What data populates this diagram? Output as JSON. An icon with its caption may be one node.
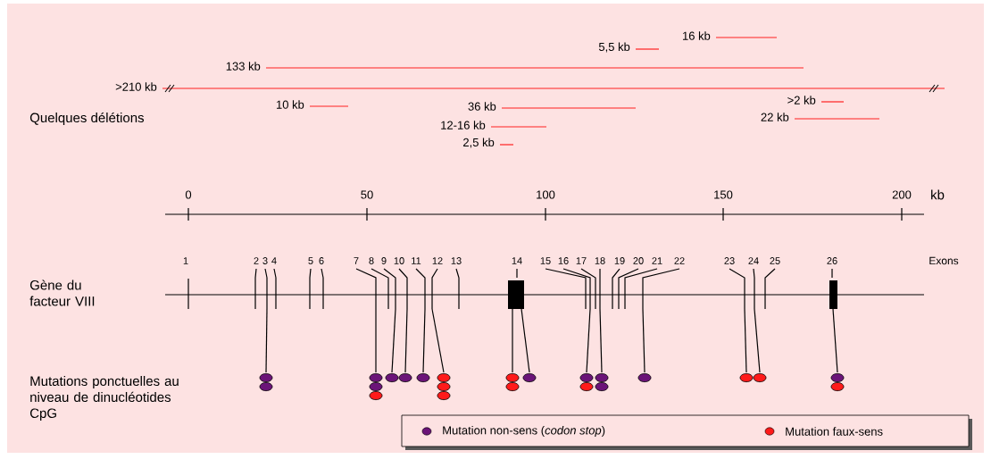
{
  "diagram": {
    "labels": [
      "16 kb",
      "5,5 kb",
      "133 kb",
      ">210 kb",
      "10 kb",
      "36 kb",
      ">2 kb",
      "Quelques délétions",
      "12-16 kb",
      "22 kb",
      "2,5 kb",
      "0",
      "50",
      "100",
      "150",
      "200",
      "kb",
      "1",
      "2",
      "3",
      "4",
      "5",
      "6",
      "7",
      "8",
      "9",
      "10",
      "11",
      "12",
      "13",
      "14",
      "15",
      "16",
      "17",
      "18",
      "19",
      "20",
      "21",
      "22",
      "23",
      "24",
      "25",
      "26",
      "Exons",
      "Gène du facteur VIII",
      "Mutations ponctuelles au niveau de dinucléotides CpG"
    ],
    "legend": [
      {
        "text": "Mutation non-sens (*codon stop*)",
        "color": "#6b1478"
      },
      {
        "text": "Mutation faux-sens",
        "color": "#ff1a1a"
      }
    ]
  }
}
